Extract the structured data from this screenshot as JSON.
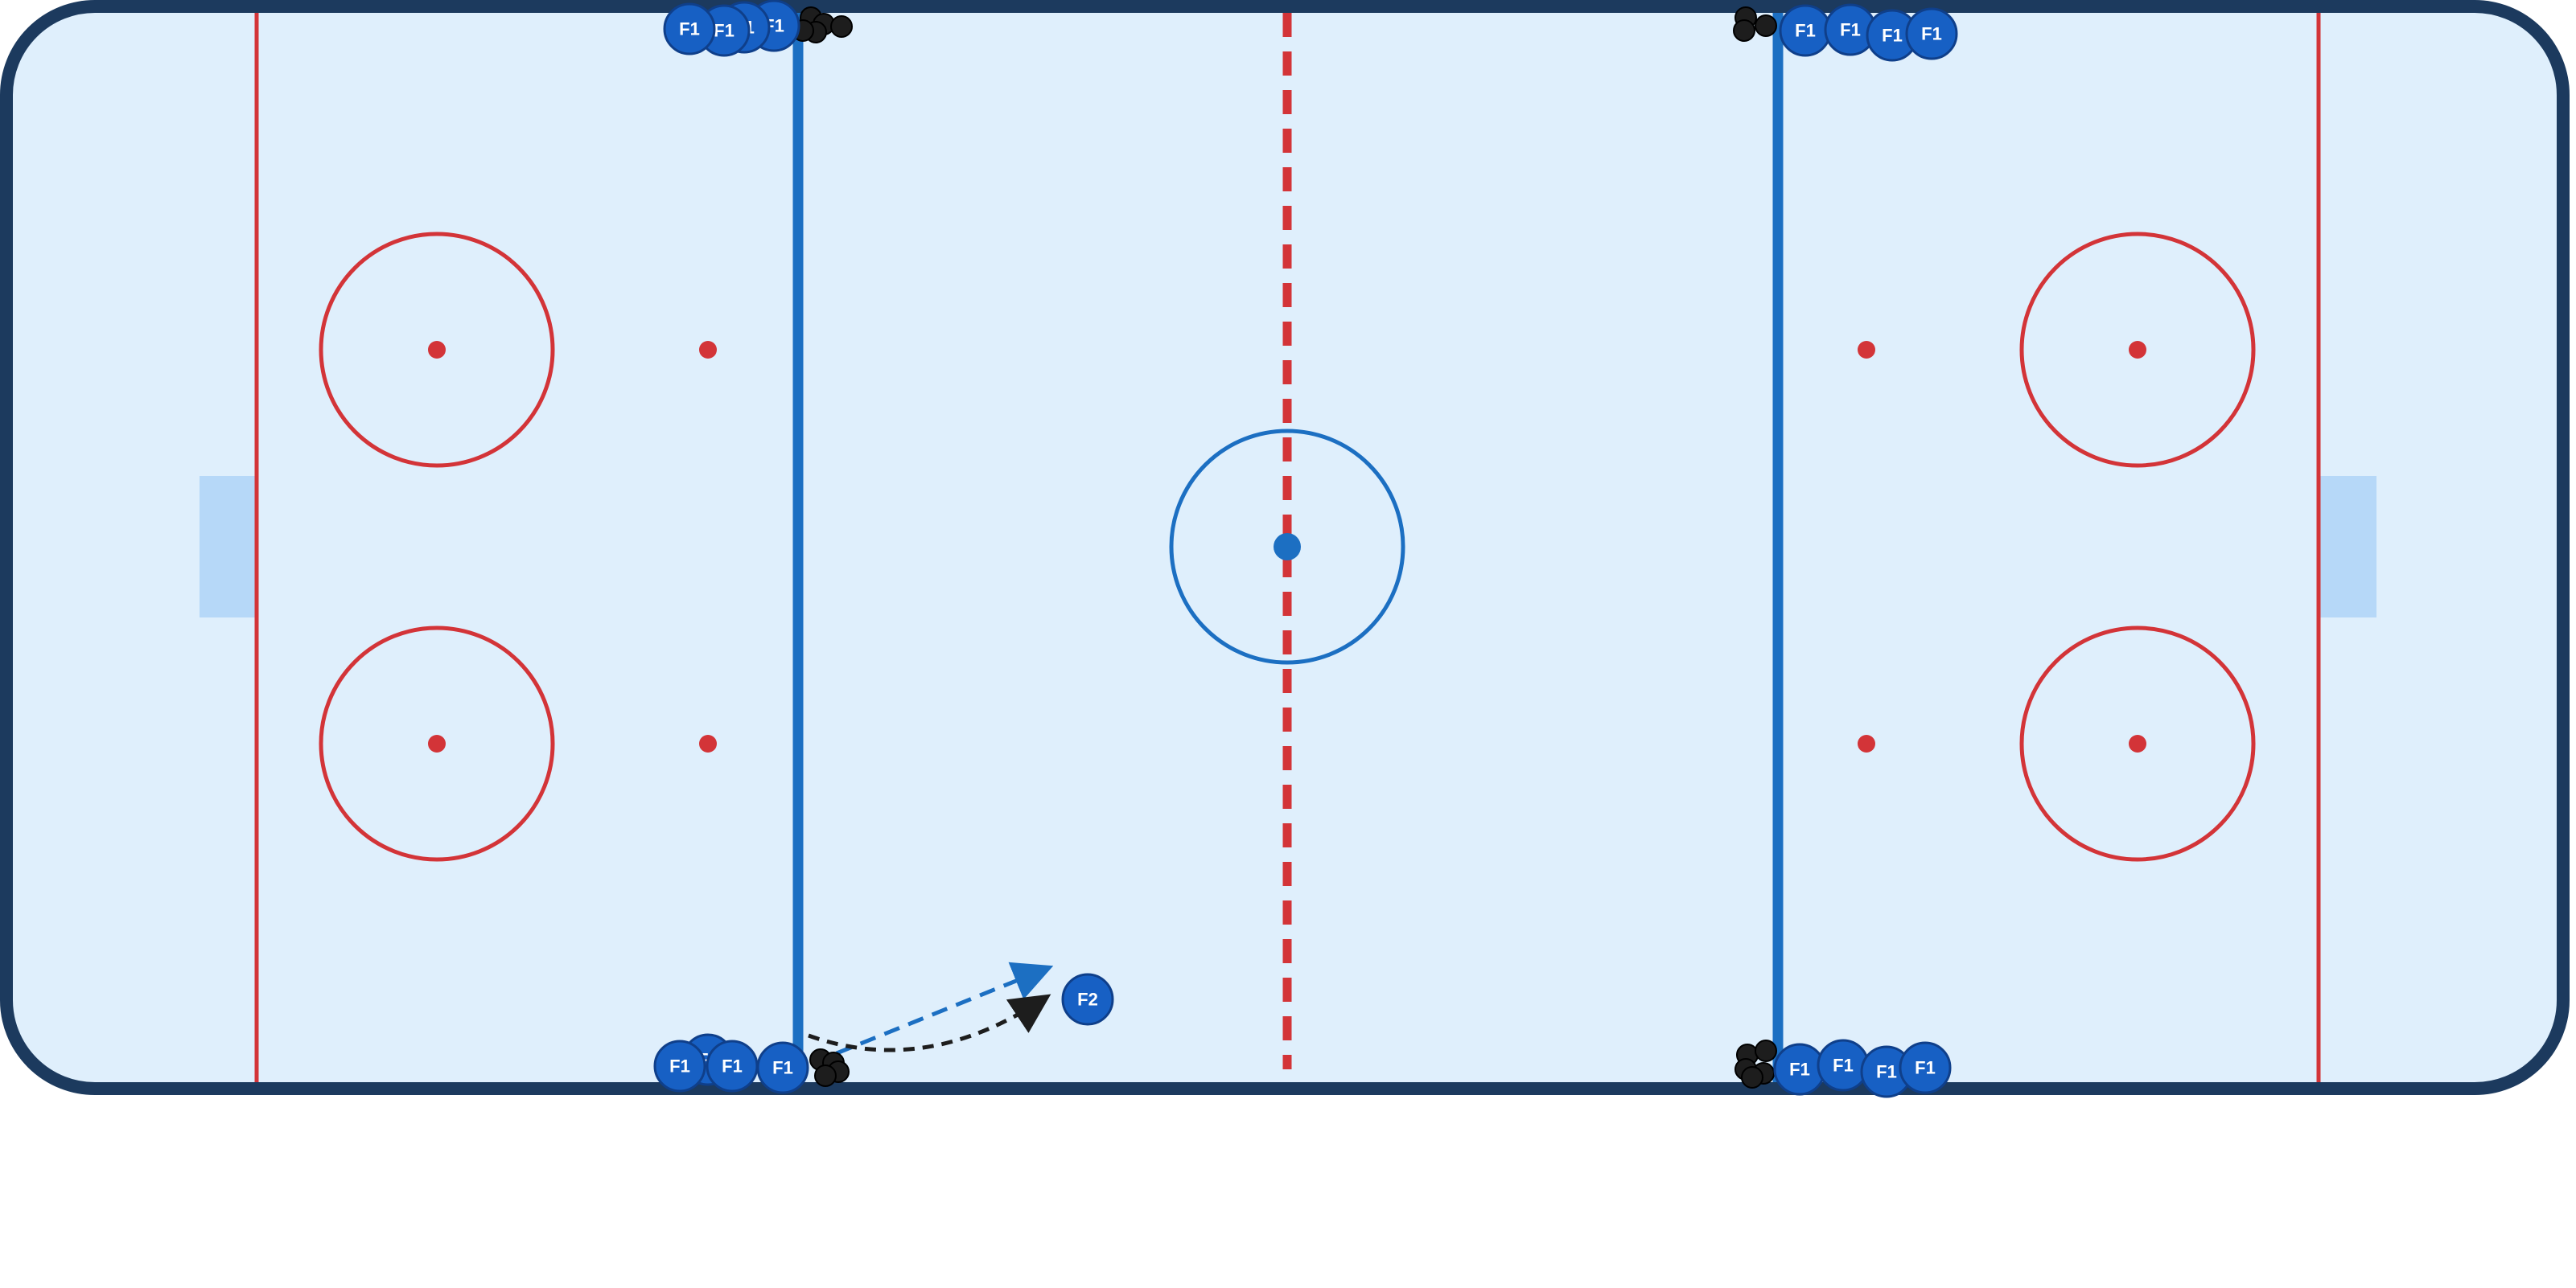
{
  "rink": {
    "colors": {
      "ice": "#dfeffc",
      "board": "#1c3a5e",
      "red_line": "#d33438",
      "blue_line": "#1c6fc2",
      "crease": "#b6d8f8",
      "player_fill": "#1760c4",
      "player_stroke": "#0f3f8a",
      "puck": "#1d1d1d",
      "pass_arrow": "#1c6fc2",
      "skate_arrow": "#1d1d1d"
    }
  },
  "players": {
    "f1_top_left_group": [
      "F1",
      "F1",
      "F1",
      "F1"
    ],
    "f1_top_right_group": [
      "F1",
      "F1",
      "F1",
      "F1"
    ],
    "f1_bottom_left_group": [
      "F1",
      "F1",
      "F1",
      "F1"
    ],
    "f1_bottom_right_group": [
      "F1",
      "F1",
      "F1",
      "F1"
    ],
    "f2": "F2"
  }
}
